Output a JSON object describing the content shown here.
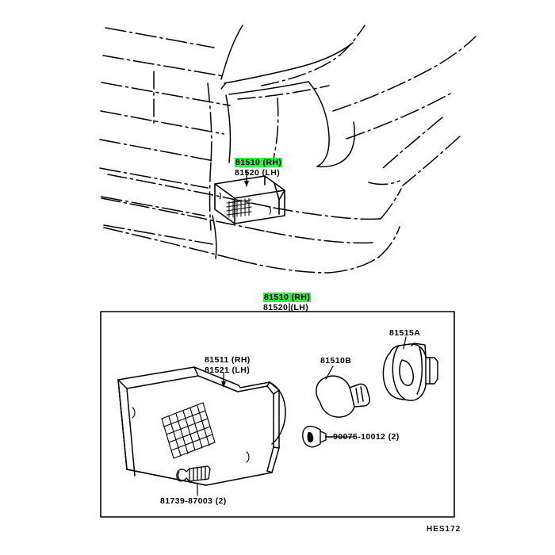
{
  "diagram": {
    "figure_code": "HES172",
    "highlight_color": "#33ee44",
    "line_color": "#000000",
    "background_color": "#ffffff",
    "upper_view": {
      "name": "vehicle-front-installation-view",
      "callouts": [
        {
          "id": "callout-81510-upper",
          "line1": "81510 (RH)",
          "line2": "81520 (LH)",
          "highlighted": true
        }
      ]
    },
    "lower_view": {
      "name": "exploded-parts-panel",
      "panel_label": {
        "id": "callout-81510-lower",
        "line1": "81510 (RH)",
        "line2": "81520 (LH)",
        "highlighted": true
      },
      "parts": [
        {
          "id": "lamp-assembly-lens",
          "line1": "81511 (RH)",
          "line2": "81521 (LH)",
          "highlighted": false
        },
        {
          "id": "bulb",
          "line1": "81510B",
          "line2": "",
          "highlighted": false
        },
        {
          "id": "socket",
          "line1": "81515A",
          "line2": "",
          "highlighted": false
        },
        {
          "id": "clip",
          "line1": "90075-10012 (2)",
          "line2": "",
          "highlighted": false
        },
        {
          "id": "tapping-screw",
          "line1": "81739-87003 (2)",
          "line2": "",
          "highlighted": false
        }
      ]
    }
  }
}
